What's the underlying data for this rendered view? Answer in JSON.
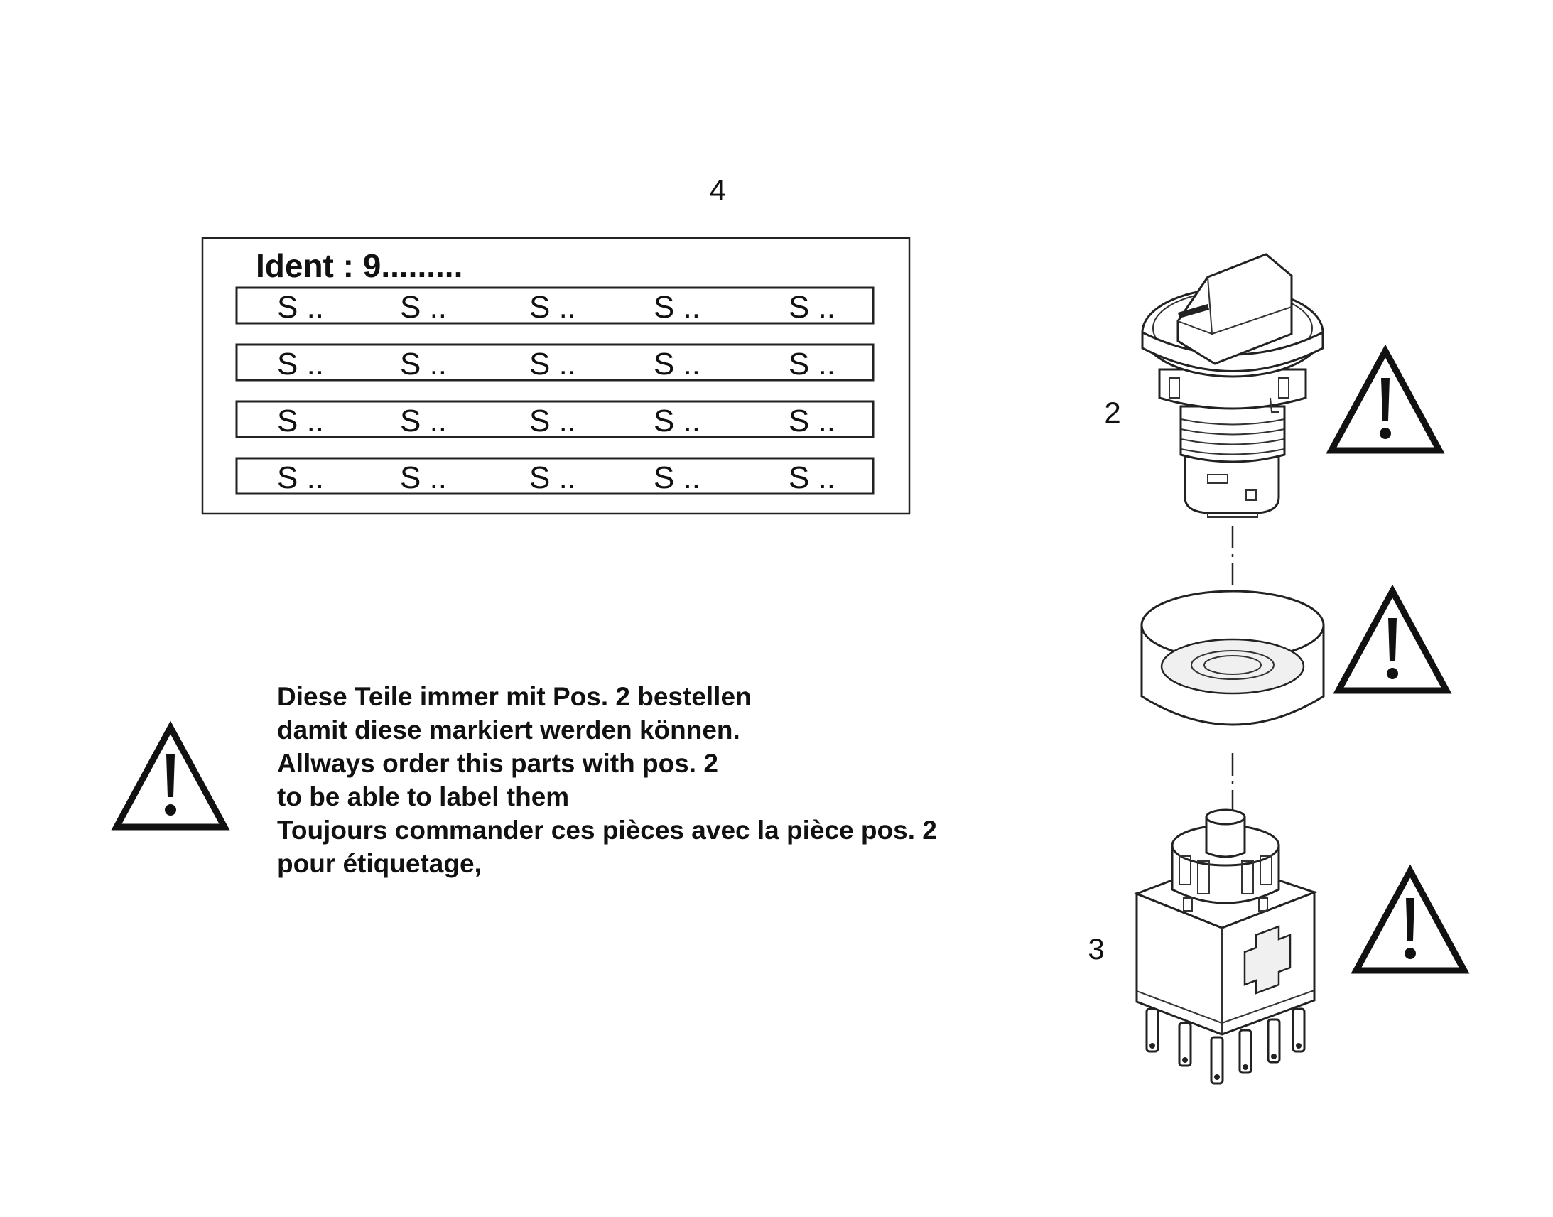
{
  "labels": {
    "pos4": "4",
    "pos2": "2",
    "pos3": "3"
  },
  "label_sheet": {
    "ident": "Ident : 9.........",
    "rows": [
      [
        "S ..",
        "S ..",
        "S ..",
        "S ..",
        "S .."
      ],
      [
        "S ..",
        "S ..",
        "S ..",
        "S ..",
        "S .."
      ],
      [
        "S ..",
        "S ..",
        "S ..",
        "S ..",
        "S .."
      ],
      [
        "S ..",
        "S ..",
        "S ..",
        "S ..",
        "S .."
      ]
    ]
  },
  "note": {
    "lines": [
      "Diese Teile immer mit Pos. 2   bestellen",
      "damit diese markiert werden können.",
      "Allways order this parts with pos. 2",
      "to be able to label them",
      "Toujours commander ces pièces avec la pièce pos. 2",
      "pour étiquetage,"
    ]
  },
  "icons": {
    "note_warning": "warning-triangle-icon",
    "part2_warning": "warning-triangle-icon",
    "ring_warning": "warning-triangle-icon",
    "part3_warning": "warning-triangle-icon"
  }
}
